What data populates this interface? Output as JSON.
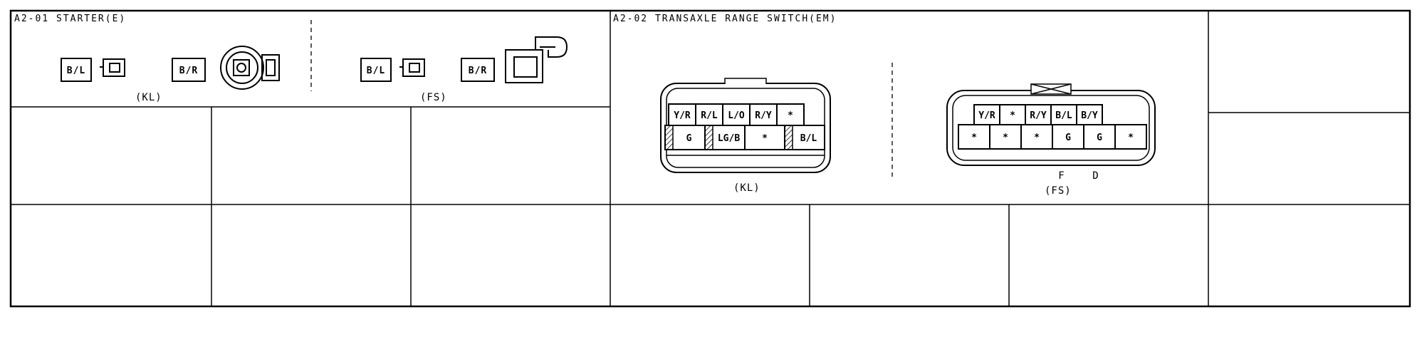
{
  "sections": {
    "starter": {
      "title": "A2-01 STARTER(E)",
      "kl": {
        "label": "(KL)",
        "wire_left": "B/L",
        "wire_right": "B/R"
      },
      "fs": {
        "label": "(FS)",
        "wire_left": "B/L",
        "wire_right": "B/R"
      }
    },
    "transaxle": {
      "title": "A2-02 TRANSAXLE RANGE SWITCH(EM)",
      "kl": {
        "label": "(KL)",
        "top_row": [
          "Y/R",
          "R/L",
          "L/O",
          "R/Y",
          "*"
        ],
        "bottom_row": [
          "G",
          "LG/B",
          "*",
          "B/L"
        ]
      },
      "fs": {
        "label": "(FS)",
        "top_row": [
          "Y/R",
          "*",
          "R/Y",
          "B/L",
          "B/Y"
        ],
        "bottom_row": [
          "*",
          "*",
          "*",
          "G",
          "G",
          "*"
        ],
        "notes": [
          "F",
          "D"
        ]
      }
    }
  }
}
